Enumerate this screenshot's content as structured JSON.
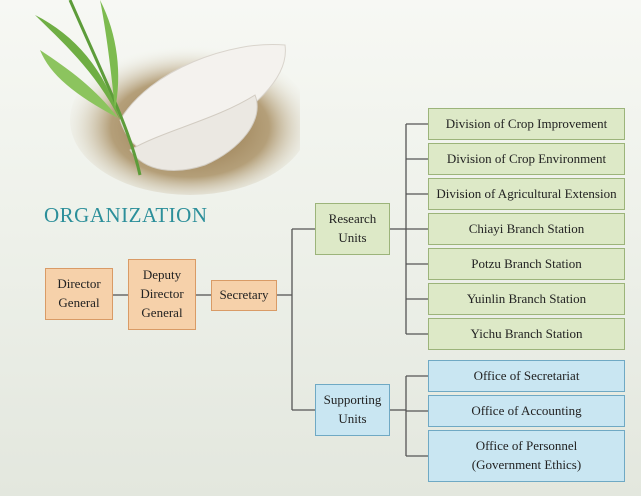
{
  "title": "ORGANIZATION",
  "colors": {
    "title": "#2c8f9a",
    "leadership_fill": "#f6d1aa",
    "research_fill": "#dde9c7",
    "support_fill": "#c9e6f2",
    "connector": "#555555"
  },
  "leadership": {
    "director_general": "Director\nGeneral",
    "deputy_director_general": "Deputy\nDirector\nGeneral",
    "secretary": "Secretary"
  },
  "research": {
    "label": "Research\nUnits",
    "units": [
      "Division of Crop Improvement",
      "Division of Crop Environment",
      "Division of Agricultural Extension",
      "Chiayi Branch Station",
      "Potzu Branch Station",
      "Yuinlin Branch Station",
      "Yichu Branch Station"
    ]
  },
  "supporting": {
    "label": "Supporting\nUnits",
    "units": [
      "Office of Secretariat",
      "Office of Accounting",
      "Office of Personnel\n(Government Ethics)"
    ]
  }
}
